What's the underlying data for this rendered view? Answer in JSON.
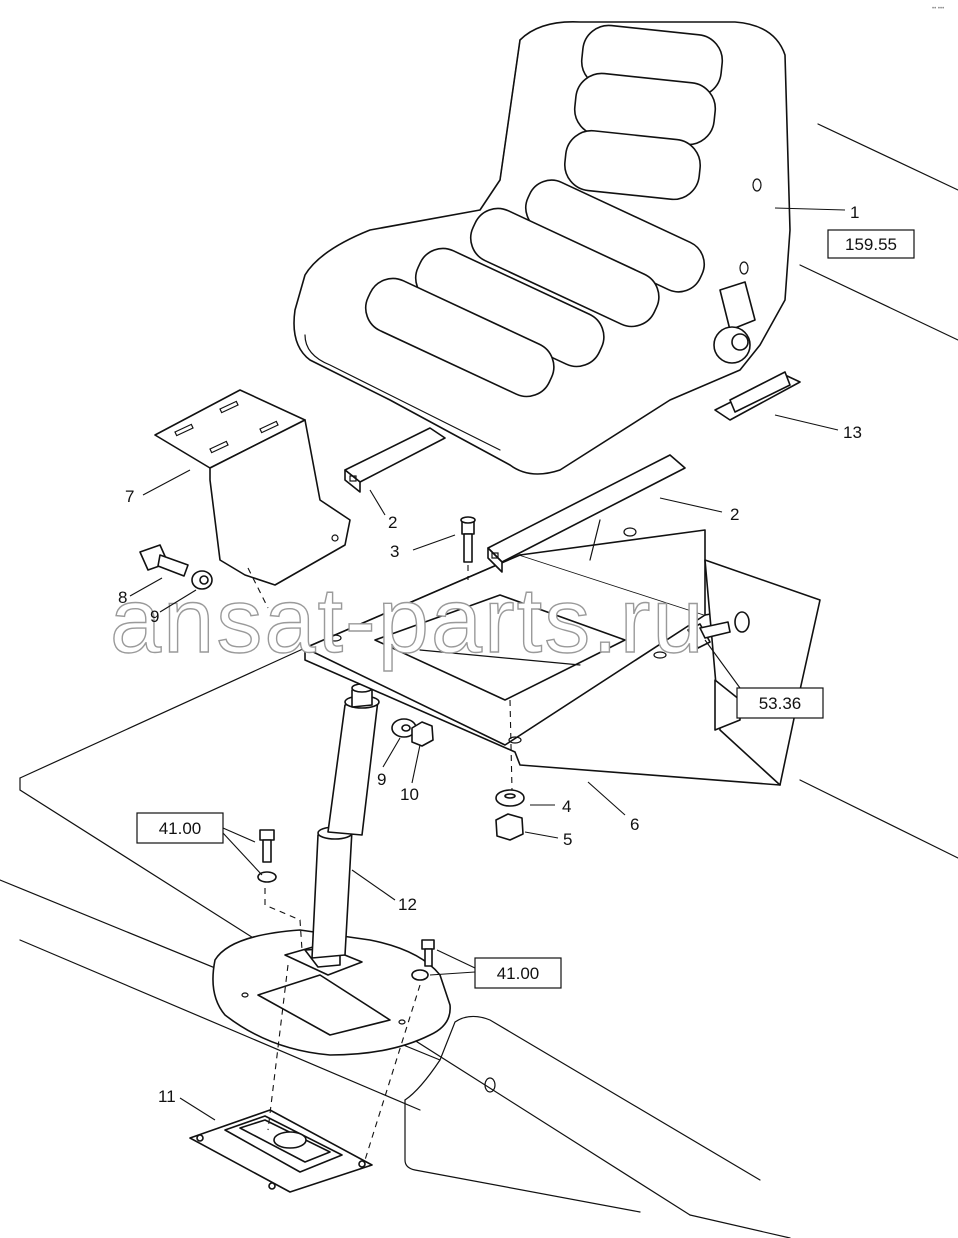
{
  "diagram": {
    "callouts": [
      {
        "id": "c1",
        "label": "1"
      },
      {
        "id": "c2a",
        "label": "2"
      },
      {
        "id": "c2b",
        "label": "2"
      },
      {
        "id": "c3",
        "label": "3"
      },
      {
        "id": "c4",
        "label": "4"
      },
      {
        "id": "c5",
        "label": "5"
      },
      {
        "id": "c6",
        "label": "6"
      },
      {
        "id": "c7",
        "label": "7"
      },
      {
        "id": "c8",
        "label": "8"
      },
      {
        "id": "c9a",
        "label": "9"
      },
      {
        "id": "c9b",
        "label": "9"
      },
      {
        "id": "c10",
        "label": "10"
      },
      {
        "id": "c11",
        "label": "11"
      },
      {
        "id": "c12",
        "label": "12"
      },
      {
        "id": "c13",
        "label": "13"
      }
    ],
    "references": [
      {
        "id": "r1",
        "label": "159.55"
      },
      {
        "id": "r2",
        "label": "53.36"
      },
      {
        "id": "r3",
        "label": "41.00"
      },
      {
        "id": "r4",
        "label": "41.00"
      }
    ],
    "watermark": "ansat-parts.ru",
    "corner_mark": "•• •••"
  }
}
